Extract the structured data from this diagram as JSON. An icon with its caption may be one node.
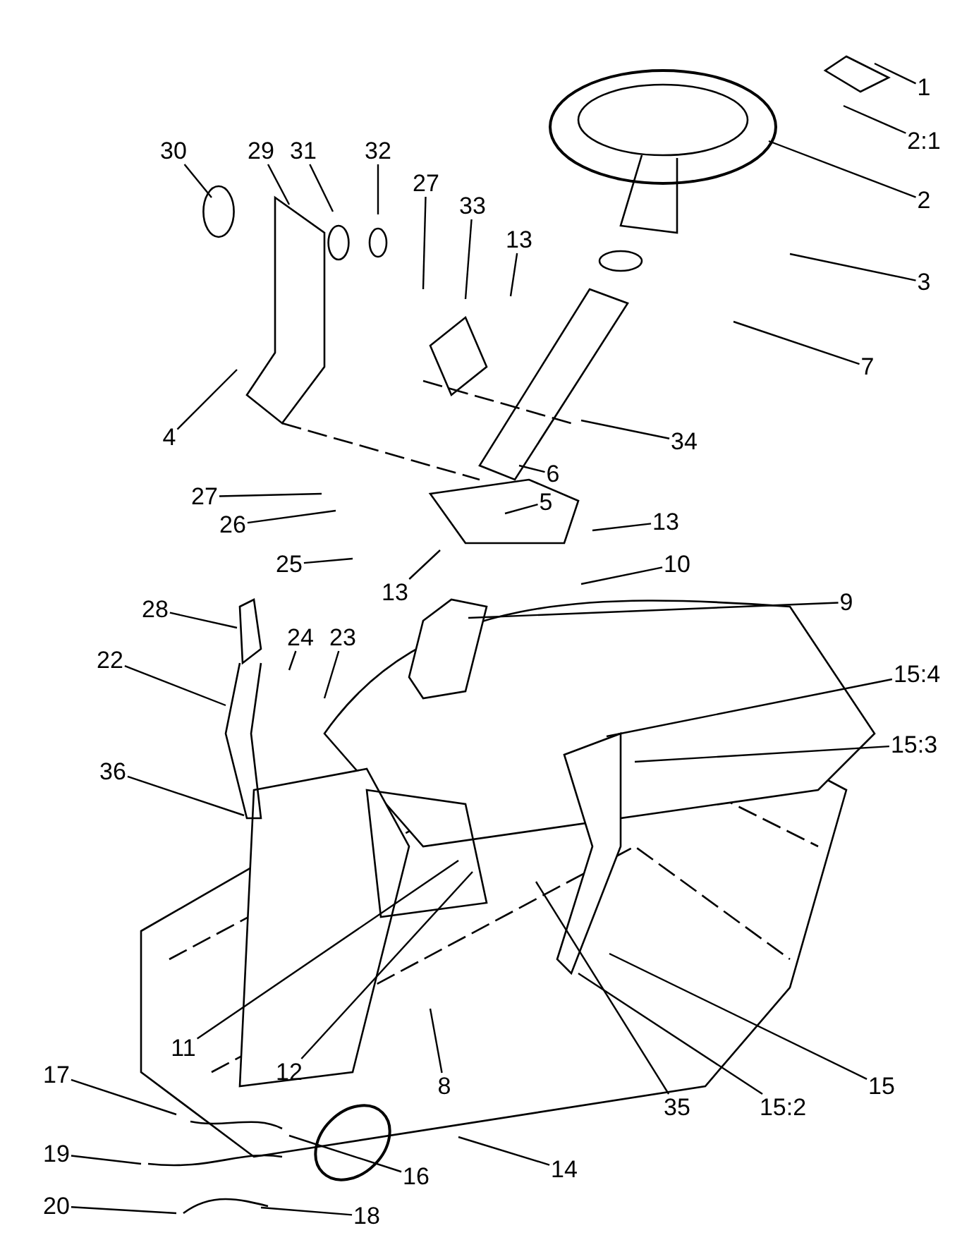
{
  "diagram": {
    "nodes": [
      {
        "text": [
          "1"
        ]
      },
      {
        "text": [
          "2:1"
        ]
      },
      {
        "text": [
          "2"
        ]
      },
      {
        "text": [
          "3"
        ]
      },
      {
        "text": [
          "7"
        ]
      },
      {
        "text": [
          "30"
        ]
      },
      {
        "text": [
          "29"
        ]
      },
      {
        "text": [
          "31"
        ]
      },
      {
        "text": [
          "32"
        ]
      },
      {
        "text": [
          "27"
        ]
      },
      {
        "text": [
          "33"
        ]
      },
      {
        "text": [
          "13"
        ]
      },
      {
        "text": [
          "4"
        ]
      },
      {
        "text": [
          "34"
        ]
      },
      {
        "text": [
          "6"
        ]
      },
      {
        "text": [
          "5"
        ]
      },
      {
        "text": [
          "27"
        ]
      },
      {
        "text": [
          "26"
        ]
      },
      {
        "text": [
          "25"
        ]
      },
      {
        "text": [
          "13"
        ]
      },
      {
        "text": [
          "10"
        ]
      },
      {
        "text": [
          "13"
        ]
      },
      {
        "text": [
          "9"
        ]
      },
      {
        "text": [
          "28"
        ]
      },
      {
        "text": [
          "24"
        ]
      },
      {
        "text": [
          "23"
        ]
      },
      {
        "text": [
          "22"
        ]
      },
      {
        "text": [
          "15:4"
        ]
      },
      {
        "text": [
          "15:3"
        ]
      },
      {
        "text": [
          "36"
        ]
      },
      {
        "text": [
          "11"
        ]
      },
      {
        "text": [
          "12"
        ]
      },
      {
        "text": [
          "8"
        ]
      },
      {
        "text": [
          "35"
        ]
      },
      {
        "text": [
          "15:2"
        ]
      },
      {
        "text": [
          "15"
        ]
      },
      {
        "text": [
          "17"
        ]
      },
      {
        "text": [
          "19"
        ]
      },
      {
        "text": [
          "16"
        ]
      },
      {
        "text": [
          "14"
        ]
      },
      {
        "text": [
          "20"
        ]
      },
      {
        "text": [
          "18"
        ]
      }
    ],
    "edges": [
      {
        "from": 0,
        "to": null,
        "arrow": "none"
      },
      {
        "from": 1,
        "to": null,
        "arrow": "none"
      },
      {
        "from": 2,
        "to": null,
        "arrow": "none"
      },
      {
        "from": 3,
        "to": null,
        "arrow": "none"
      },
      {
        "from": 4,
        "to": null,
        "arrow": "none"
      },
      {
        "from": 5,
        "to": null,
        "arrow": "none"
      },
      {
        "from": 6,
        "to": null,
        "arrow": "none"
      },
      {
        "from": 7,
        "to": null,
        "arrow": "none"
      },
      {
        "from": 8,
        "to": null,
        "arrow": "none"
      },
      {
        "from": 9,
        "to": null,
        "arrow": "none"
      },
      {
        "from": 10,
        "to": null,
        "arrow": "none"
      },
      {
        "from": 11,
        "to": null,
        "arrow": "none"
      },
      {
        "from": 12,
        "to": null,
        "arrow": "none"
      },
      {
        "from": 13,
        "to": null,
        "arrow": "none"
      },
      {
        "from": 14,
        "to": null,
        "arrow": "none"
      },
      {
        "from": 15,
        "to": null,
        "arrow": "none"
      },
      {
        "from": 16,
        "to": null,
        "arrow": "none"
      },
      {
        "from": 17,
        "to": null,
        "arrow": "none"
      },
      {
        "from": 18,
        "to": null,
        "arrow": "none"
      },
      {
        "from": 19,
        "to": null,
        "arrow": "none"
      },
      {
        "from": 20,
        "to": null,
        "arrow": "none"
      },
      {
        "from": 21,
        "to": null,
        "arrow": "none"
      },
      {
        "from": 22,
        "to": null,
        "arrow": "none"
      },
      {
        "from": 23,
        "to": null,
        "arrow": "none"
      },
      {
        "from": 24,
        "to": null,
        "arrow": "none"
      },
      {
        "from": 25,
        "to": null,
        "arrow": "none"
      },
      {
        "from": 26,
        "to": null,
        "arrow": "none"
      },
      {
        "from": 27,
        "to": null,
        "arrow": "none"
      },
      {
        "from": 28,
        "to": null,
        "arrow": "none"
      },
      {
        "from": 29,
        "to": null,
        "arrow": "none"
      },
      {
        "from": 30,
        "to": null,
        "arrow": "none"
      },
      {
        "from": 31,
        "to": null,
        "arrow": "none"
      },
      {
        "from": 32,
        "to": null,
        "arrow": "none"
      },
      {
        "from": 33,
        "to": null,
        "arrow": "none"
      },
      {
        "from": 34,
        "to": null,
        "arrow": "none"
      },
      {
        "from": 35,
        "to": null,
        "arrow": "none"
      },
      {
        "from": 36,
        "to": null,
        "arrow": "none"
      },
      {
        "from": 37,
        "to": null,
        "arrow": "none"
      },
      {
        "from": 38,
        "to": null,
        "arrow": "none"
      },
      {
        "from": 39,
        "to": null,
        "arrow": "none"
      },
      {
        "from": 40,
        "to": null,
        "arrow": "none"
      },
      {
        "from": 41,
        "to": null,
        "arrow": "none"
      }
    ]
  }
}
